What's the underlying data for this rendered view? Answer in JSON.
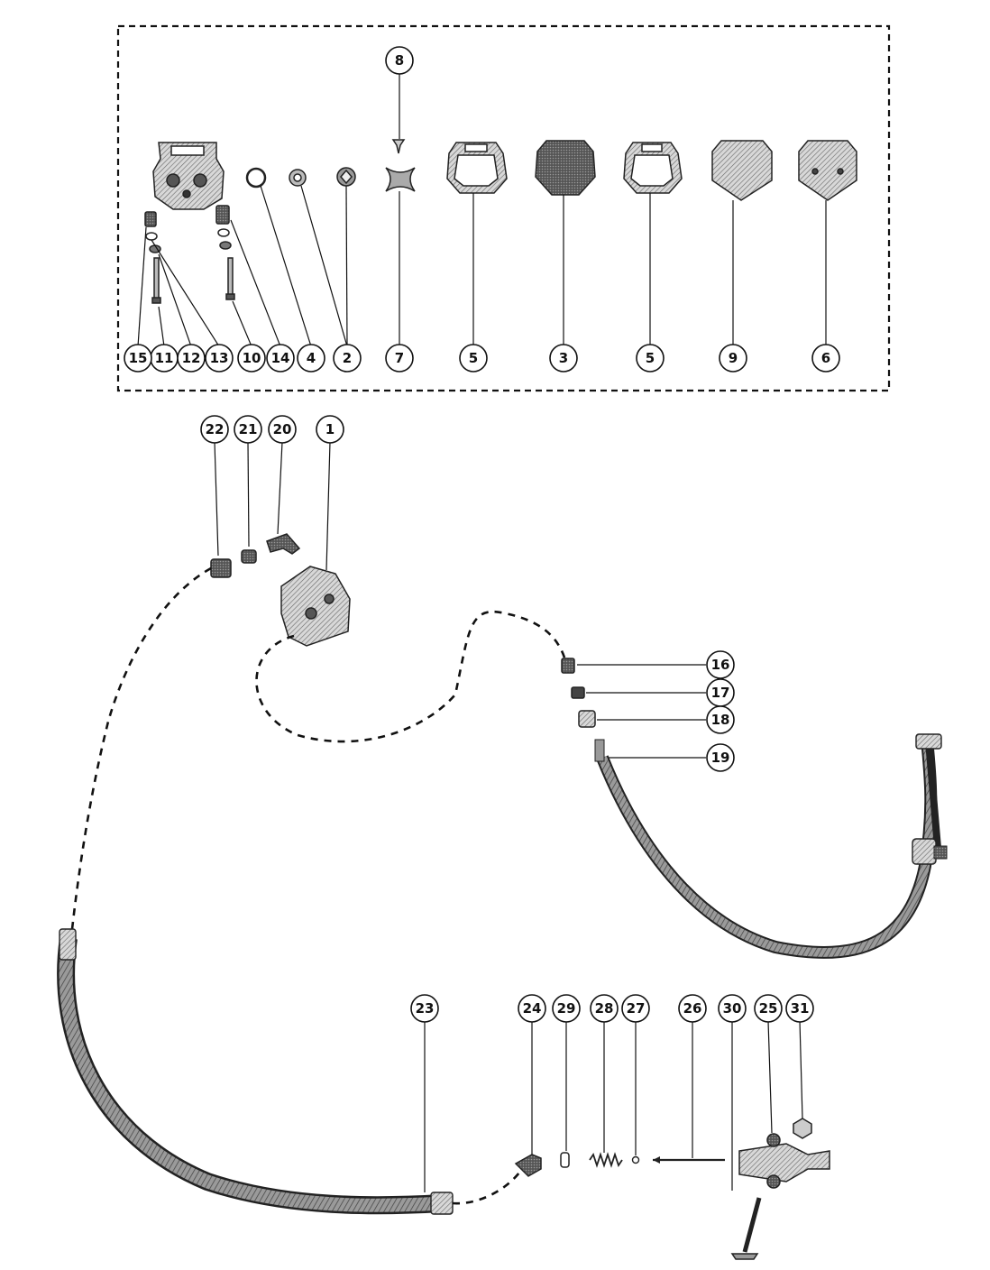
{
  "diagram": {
    "callouts": [
      {
        "id": "c1",
        "label": "1"
      },
      {
        "id": "c2",
        "label": "2"
      },
      {
        "id": "c3",
        "label": "3"
      },
      {
        "id": "c4",
        "label": "4"
      },
      {
        "id": "c5a",
        "label": "5"
      },
      {
        "id": "c5b",
        "label": "5"
      },
      {
        "id": "c6",
        "label": "6"
      },
      {
        "id": "c7",
        "label": "7"
      },
      {
        "id": "c8",
        "label": "8"
      },
      {
        "id": "c9",
        "label": "9"
      },
      {
        "id": "c10",
        "label": "10"
      },
      {
        "id": "c11",
        "label": "11"
      },
      {
        "id": "c12",
        "label": "12"
      },
      {
        "id": "c13",
        "label": "13"
      },
      {
        "id": "c14",
        "label": "14"
      },
      {
        "id": "c15",
        "label": "15"
      },
      {
        "id": "c16",
        "label": "16"
      },
      {
        "id": "c17",
        "label": "17"
      },
      {
        "id": "c18",
        "label": "18"
      },
      {
        "id": "c19",
        "label": "19"
      },
      {
        "id": "c20",
        "label": "20"
      },
      {
        "id": "c21",
        "label": "21"
      },
      {
        "id": "c22",
        "label": "22"
      },
      {
        "id": "c23",
        "label": "23"
      },
      {
        "id": "c24",
        "label": "24"
      },
      {
        "id": "c25",
        "label": "25"
      },
      {
        "id": "c26",
        "label": "26"
      },
      {
        "id": "c27",
        "label": "27"
      },
      {
        "id": "c28",
        "label": "28"
      },
      {
        "id": "c29",
        "label": "29"
      },
      {
        "id": "c30",
        "label": "30"
      },
      {
        "id": "c31",
        "label": "31"
      }
    ]
  }
}
